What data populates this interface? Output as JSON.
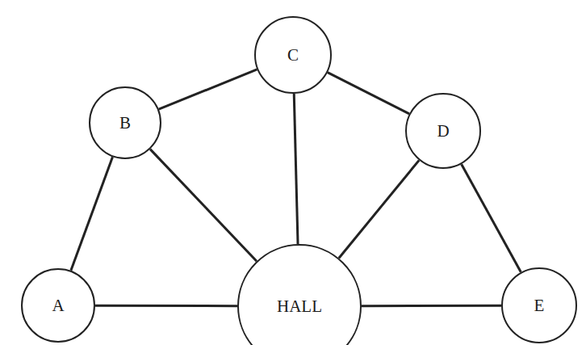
{
  "diagram": {
    "nodes": [
      {
        "text": [
          "C"
        ]
      },
      {
        "text": [
          "B"
        ]
      },
      {
        "text": [
          "D"
        ]
      },
      {
        "text": [
          "A"
        ]
      },
      {
        "text": [
          "HALL"
        ]
      },
      {
        "text": [
          "E"
        ]
      }
    ],
    "edges": [
      {
        "from": 1,
        "to": 0,
        "arrow": "none"
      },
      {
        "from": 0,
        "to": 2,
        "arrow": "none"
      },
      {
        "from": 1,
        "to": 3,
        "arrow": "none"
      },
      {
        "from": 1,
        "to": 4,
        "arrow": "none"
      },
      {
        "from": 0,
        "to": 4,
        "arrow": "none"
      },
      {
        "from": 2,
        "to": 4,
        "arrow": "none"
      },
      {
        "from": 2,
        "to": 5,
        "arrow": "none"
      },
      {
        "from": 3,
        "to": 4,
        "arrow": "none"
      },
      {
        "from": 4,
        "to": 5,
        "arrow": "none"
      }
    ]
  }
}
